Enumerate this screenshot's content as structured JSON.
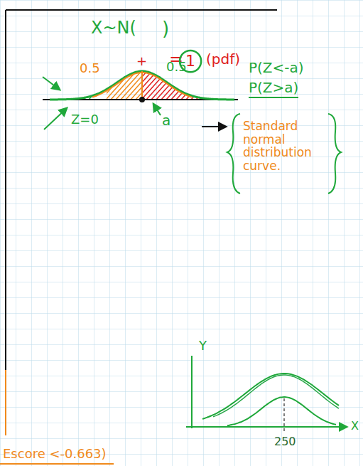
{
  "diagram": {
    "nodes": [
      {
        "text": [
          "1"
        ]
      }
    ],
    "labels": [
      "X~N(",
      ")",
      "0.5",
      "0.5",
      "+",
      "=",
      "(pdf)",
      "P(Z<-a)",
      "P(Z>a)",
      "Z=0",
      "a",
      "Standard normal distribution curve.",
      "Y",
      "X",
      "250",
      "Escore <-0.663)"
    ]
  }
}
